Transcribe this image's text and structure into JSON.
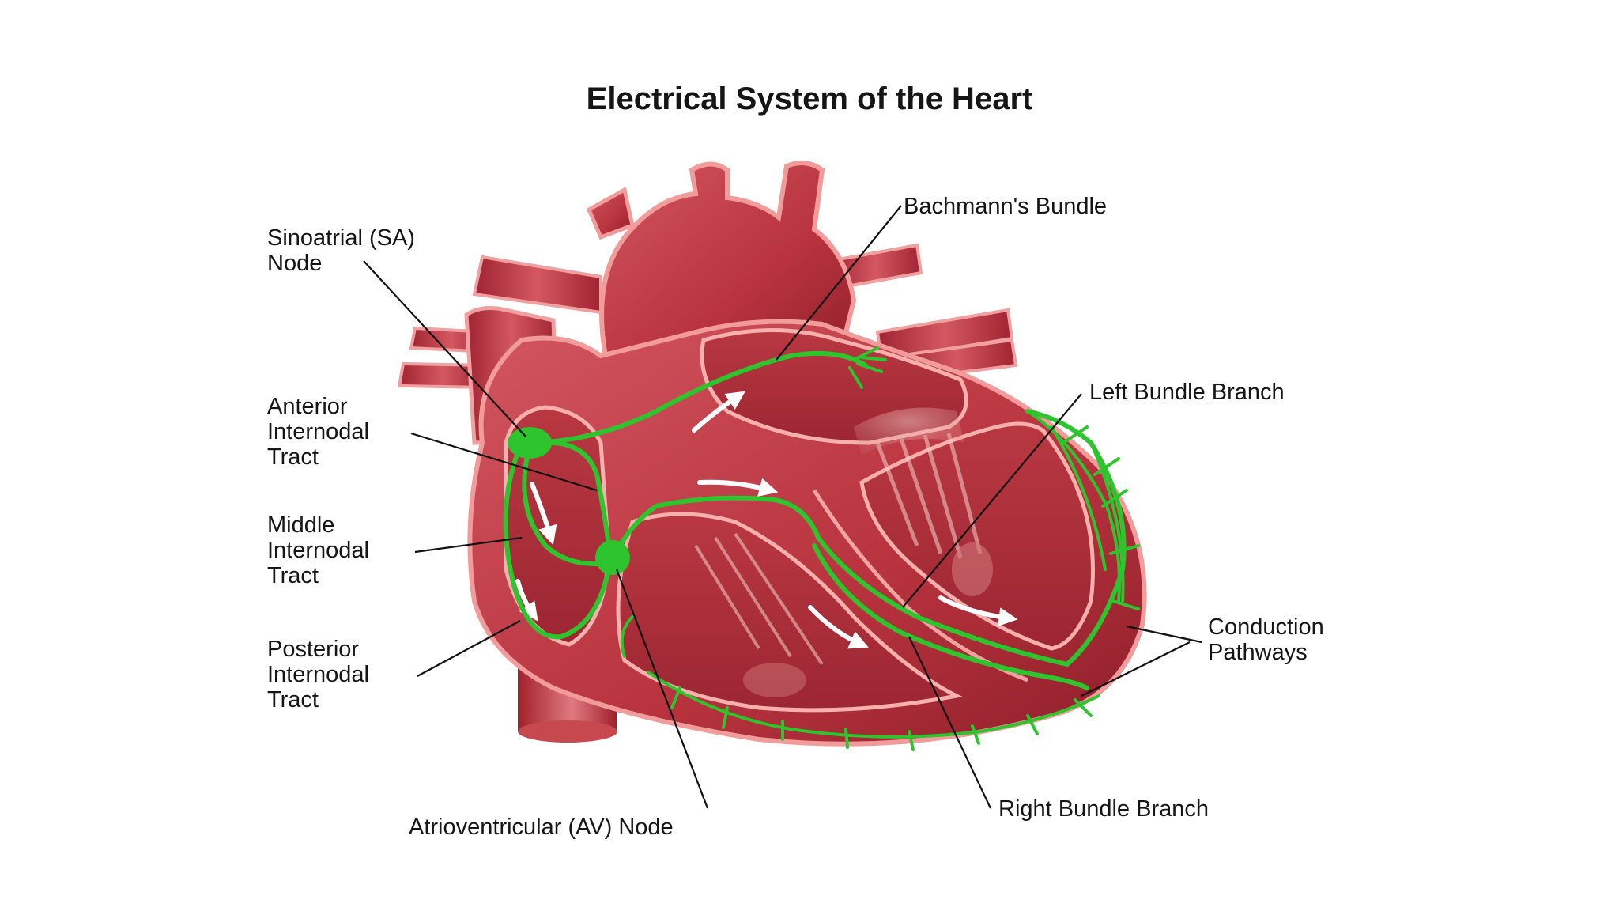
{
  "title": "Electrical System of the Heart",
  "labels": {
    "sa_node": [
      "Sinoatrial (SA)",
      "Node"
    ],
    "anterior_tract": [
      "Anterior",
      "Internodal",
      "Tract"
    ],
    "middle_tract": [
      "Middle",
      "Internodal",
      "Tract"
    ],
    "posterior_tract": [
      "Posterior",
      "Internodal",
      "Tract"
    ],
    "av_node": "Atrioventricular (AV) Node",
    "bachmanns_bundle": "Bachmann's Bundle",
    "left_bundle_branch": "Left Bundle Branch",
    "conduction_pathways": [
      "Conduction",
      "Pathways"
    ],
    "right_bundle_branch": "Right Bundle Branch"
  },
  "colors": {
    "background": "#ffffff",
    "muscle": "#c2424b",
    "muscle_dark": "#8f1f2a",
    "muscle_light": "#f09a9a",
    "chamber": "#a82c36",
    "conduction": "#2ec42e",
    "arrows": "#ffffff",
    "text": "#151515"
  }
}
